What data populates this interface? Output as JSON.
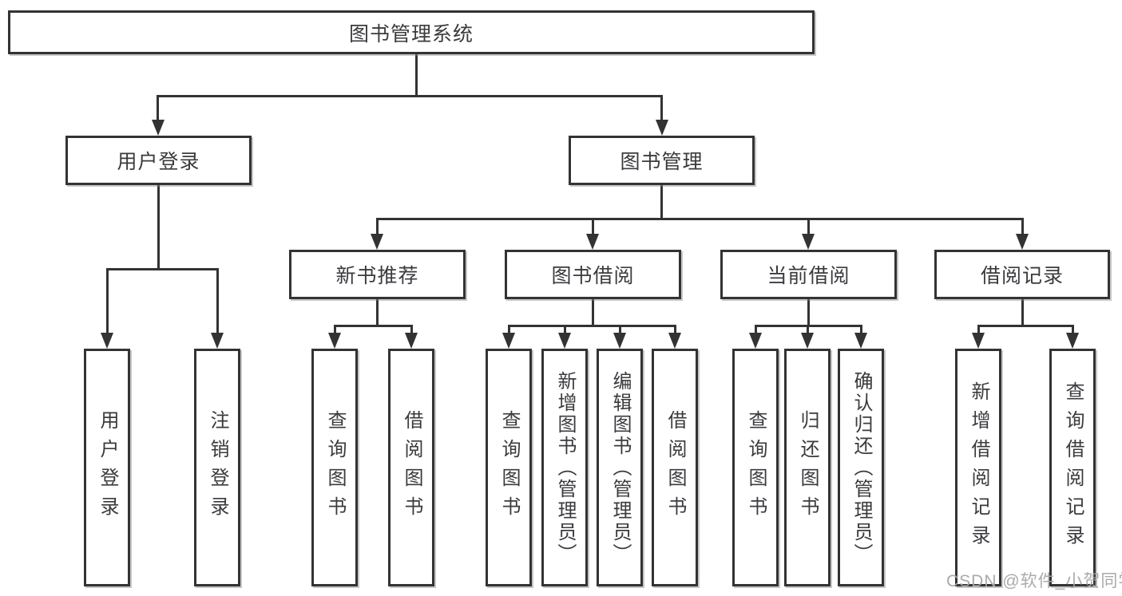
{
  "diagram": {
    "root": {
      "label": "图书管理系统"
    },
    "level2": [
      {
        "label": "用户登录"
      },
      {
        "label": "图书管理"
      }
    ],
    "level3": [
      {
        "label": "新书推荐"
      },
      {
        "label": "图书借阅"
      },
      {
        "label": "当前借阅"
      },
      {
        "label": "借阅记录"
      }
    ],
    "leaves": {
      "user_login": [
        "用户登录",
        "注销登录"
      ],
      "new_books": [
        "查询图书",
        "借阅图书"
      ],
      "book_borrow": [
        "查询图书",
        "新增图书（管理员）",
        "编辑图书（管理员）",
        "借阅图书"
      ],
      "current_borrow": [
        "查询图书",
        "归还图书",
        "确认归还（管理员）"
      ],
      "borrow_records": [
        "新增借阅记录",
        "查询借阅记录"
      ]
    },
    "colors": {
      "line": "#333333",
      "box_border": "#333333",
      "text": "#3b3b3f",
      "background": "#ffffff",
      "watermark": "#a5a5a5"
    }
  },
  "watermark": {
    "text": "CSDN @软件_小贺同学"
  }
}
